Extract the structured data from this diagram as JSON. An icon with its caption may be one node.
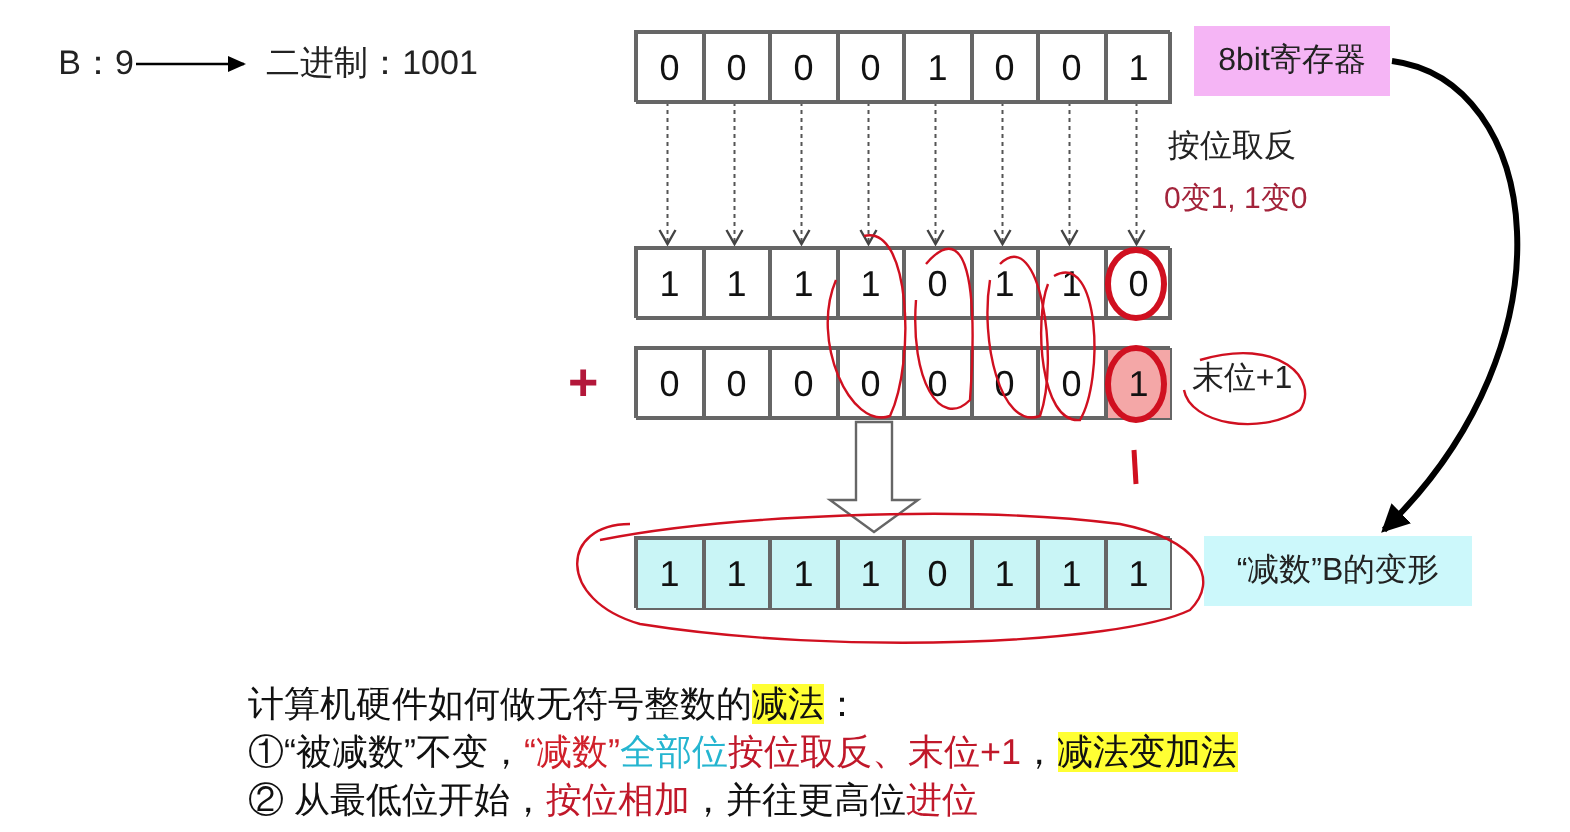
{
  "diagram": {
    "nodes": [
      {
        "text": [
          "B：9"
        ]
      },
      {
        "text": [
          "二进制：1001"
        ]
      },
      {
        "text": [],
        "shape": "box"
      },
      {
        "text": [
          "0"
        ],
        "in": 2
      },
      {
        "text": [
          "0"
        ],
        "in": 2
      },
      {
        "text": [
          "0"
        ],
        "in": 2
      },
      {
        "text": [
          "0"
        ],
        "in": 2
      },
      {
        "text": [
          "1"
        ],
        "in": 2
      },
      {
        "text": [
          "0"
        ],
        "in": 2
      },
      {
        "text": [
          "0"
        ],
        "in": 2
      },
      {
        "text": [
          "1"
        ],
        "in": 2
      },
      {
        "text": [],
        "shape": "box"
      },
      {
        "text": [
          "1"
        ],
        "in": 11
      },
      {
        "text": [
          "1"
        ],
        "in": 11
      },
      {
        "text": [
          "1"
        ],
        "in": 11
      },
      {
        "text": [
          "1"
        ],
        "in": 11
      },
      {
        "text": [
          "0"
        ],
        "in": 11
      },
      {
        "text": [
          "1"
        ],
        "in": 11
      },
      {
        "text": [
          "1"
        ],
        "in": 11
      },
      {
        "text": [
          "0"
        ],
        "in": 11
      },
      {
        "text": [],
        "shape": "box"
      },
      {
        "text": [
          "0"
        ],
        "in": 20
      },
      {
        "text": [
          "0"
        ],
        "in": 20
      },
      {
        "text": [
          "0"
        ],
        "in": 20
      },
      {
        "text": [
          "0"
        ],
        "in": 20
      },
      {
        "text": [
          "0"
        ],
        "in": 20
      },
      {
        "text": [
          "0"
        ],
        "in": 20
      },
      {
        "text": [
          "0"
        ],
        "in": 20
      },
      {
        "text": [
          "1"
        ],
        "in": 20
      },
      {
        "text": [],
        "shape": "box"
      },
      {
        "text": [
          "1"
        ],
        "in": 29
      },
      {
        "text": [
          "1"
        ],
        "in": 29
      },
      {
        "text": [
          "1"
        ],
        "in": 29
      },
      {
        "text": [
          "1"
        ],
        "in": 29
      },
      {
        "text": [
          "0"
        ],
        "in": 29
      },
      {
        "text": [
          "1"
        ],
        "in": 29
      },
      {
        "text": [
          "1"
        ],
        "in": 29
      },
      {
        "text": [
          "1"
        ],
        "in": 29
      },
      {
        "text": [
          "8bit寄存器"
        ]
      },
      {
        "text": [
          "末位+1"
        ]
      },
      {
        "text": [
          "“减数”B的变形"
        ]
      }
    ],
    "edges": [
      {
        "from": 0,
        "to": 1,
        "arrow": "to"
      },
      {
        "from": 3,
        "to": 12,
        "arrow": "to",
        "style": "dashed"
      },
      {
        "from": 4,
        "to": 13,
        "arrow": "to",
        "style": "dashed"
      },
      {
        "from": 5,
        "to": 14,
        "arrow": "to",
        "style": "dashed"
      },
      {
        "from": 6,
        "to": 15,
        "arrow": "to",
        "style": "dashed"
      },
      {
        "from": 7,
        "to": 16,
        "arrow": "to",
        "style": "dashed"
      },
      {
        "from": 8,
        "to": 17,
        "arrow": "to",
        "style": "dashed"
      },
      {
        "from": 9,
        "to": 18,
        "arrow": "to",
        "style": "dashed"
      },
      {
        "from": 10,
        "to": 19,
        "arrow": "to",
        "style": "dashed"
      },
      {
        "from": 20,
        "to": 29,
        "arrow": "to"
      },
      {
        "from": 38,
        "to": 40,
        "arrow": "to",
        "style": "thick"
      }
    ],
    "labels": [
      "按位取反",
      "0变1, 1变0",
      "+",
      "计算机硬件如何做无符号整数的",
      "减法",
      "：",
      "①“被减数”不变，",
      "“减数”",
      "全部位",
      "按位取反、末位+1",
      "，",
      "减法变加法",
      "② 从最低位开始，",
      "按位相加",
      "，并往更高位",
      "进位"
    ]
  }
}
